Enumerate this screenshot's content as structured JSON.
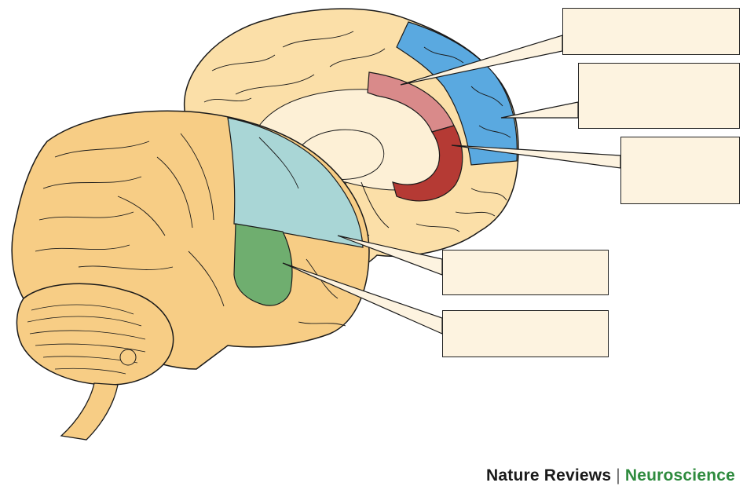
{
  "figure": {
    "colors": {
      "brain_fill": "#fbdfa8",
      "lateral_brain_fill": "#f7cd85",
      "medial_inner": "#fdf0d6",
      "blue_region": "#5aa9e0",
      "pink_region": "#d98a8a",
      "dark_red_region": "#b53a34",
      "teal_region": "#a9d6d6",
      "green_region": "#6fae6f",
      "label_fill": "#fdf3e0",
      "outline": "#1a1a1a"
    },
    "labels": [
      {
        "id": "label-1",
        "text": ""
      },
      {
        "id": "label-2",
        "text": ""
      },
      {
        "id": "label-3",
        "text": ""
      },
      {
        "id": "label-4",
        "text": ""
      },
      {
        "id": "label-5",
        "text": ""
      }
    ]
  },
  "credit": {
    "publisher": "Nature Reviews",
    "separator": "|",
    "journal": "Neuroscience"
  }
}
